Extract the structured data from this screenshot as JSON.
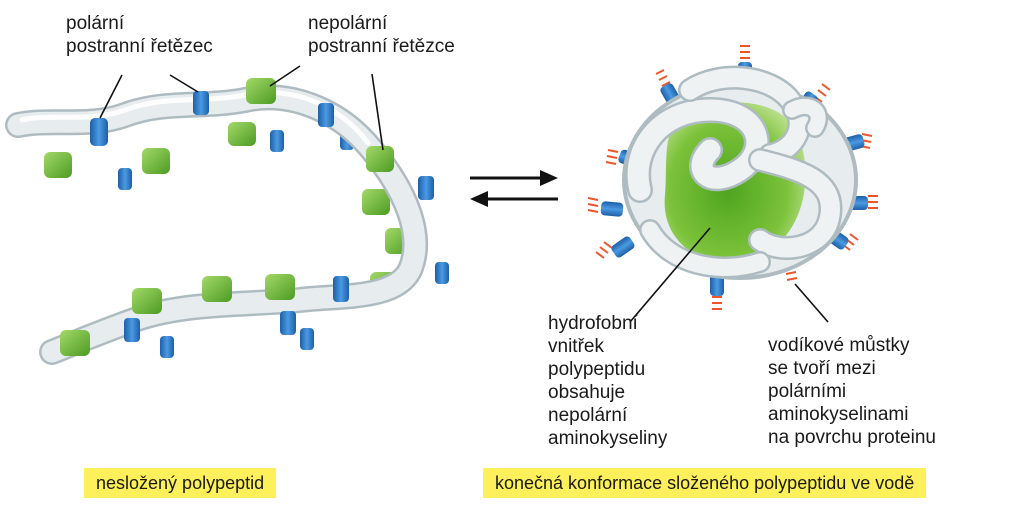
{
  "labels": {
    "polar": "polární\npostranní řetězec",
    "nonpolar": "nepolární\npostranní řetězce",
    "hydrophobic": "hydrofobní\nvnitřek\npolypeptidu\nobsahuje\nnepolární\naminokyseliny",
    "hbonds": "vodíkové můstky\nse tvoří mezi\npolárními\naminokyselinami\nna povrchu proteinu"
  },
  "captions": {
    "unfolded": "nesložený polypeptid",
    "folded": "konečná konformace složeného polypeptidu ve vodě"
  },
  "colors": {
    "chain": "#e7ecee",
    "chain_outline": "#aebcc2",
    "polar_side_chain": "#2f7fd0",
    "nonpolar_side_chain": "#7cc23a",
    "hbond": "#f0552a",
    "caption_background": "#fdf05a"
  },
  "icons": {
    "equilibrium": "equilibrium-arrows-icon"
  }
}
